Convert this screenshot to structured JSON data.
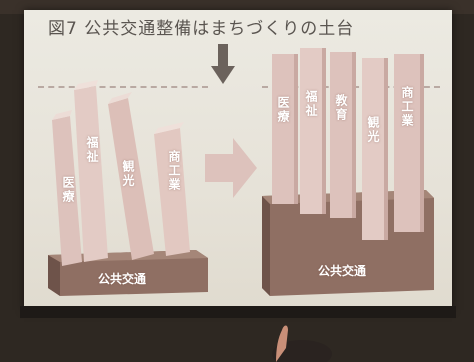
{
  "slide": {
    "title": "図7 公共交通整備はまちづくりの土台"
  },
  "left_pillars": [
    "医療",
    "福祉",
    "観光",
    "商工業"
  ],
  "left_base": "公共交通",
  "right_pillars": [
    "医療",
    "福祉",
    "教育",
    "観光",
    "商工業"
  ],
  "right_base": "公共交通",
  "colors": {
    "pillar": "#ddc2bc",
    "pillar_dark": "#c9a9a2",
    "base": "#8f6f63",
    "base_dark": "#6e534a",
    "screen": "#e8e5dc"
  }
}
